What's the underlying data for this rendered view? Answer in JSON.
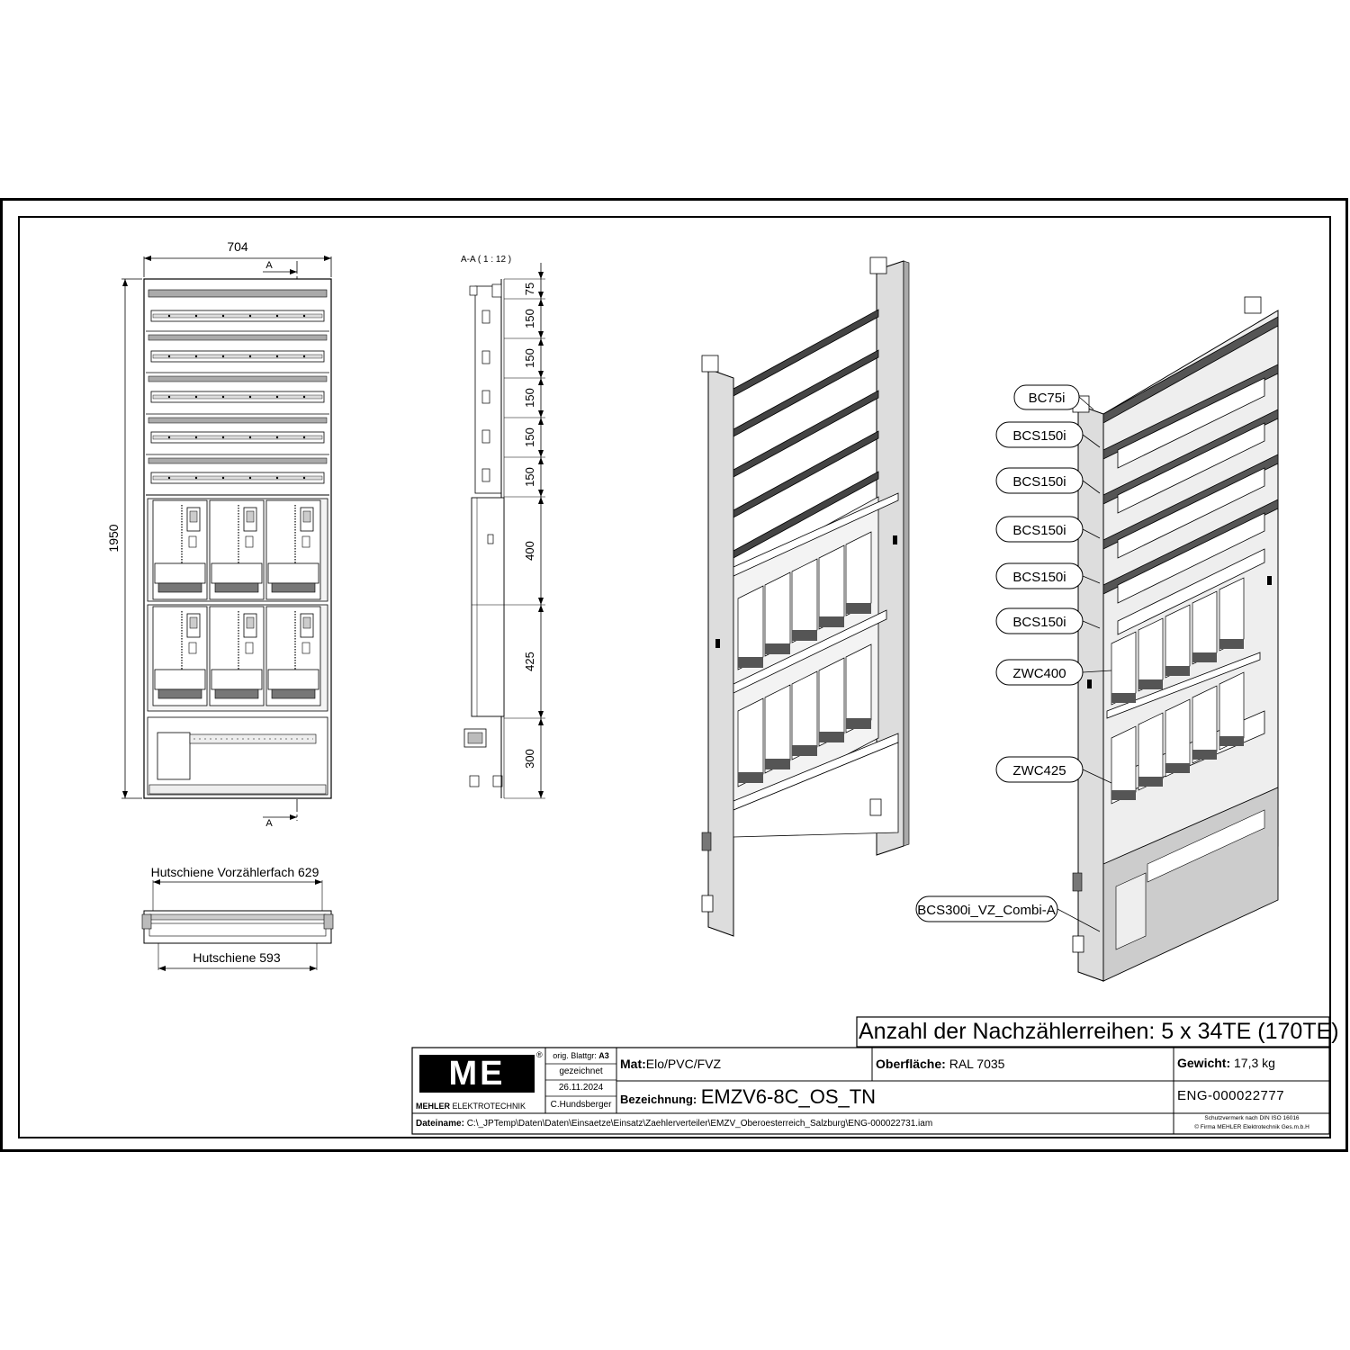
{
  "front_view": {
    "width_dim": "704",
    "height_dim": "1950",
    "section_mark": "A"
  },
  "section_view": {
    "title": "A-A ( 1 : 12 )",
    "dims": [
      "75",
      "150",
      "150",
      "150",
      "150",
      "150",
      "400",
      "425",
      "300"
    ]
  },
  "rail_view": {
    "label_top": "Hutschiene Vorzählerfach 629",
    "label_bottom": "Hutschiene 593"
  },
  "callouts": [
    "BC75i",
    "BCS150i",
    "BCS150i",
    "BCS150i",
    "BCS150i",
    "BCS150i",
    "ZWC400",
    "ZWC425",
    "BCS300i_VZ_Combi-A"
  ],
  "title_block": {
    "headline": "Anzahl der Nachzählerreihen: 5 x 34TE (170TE)",
    "logo_text": "ME",
    "logo_reg": "®",
    "company_bold": "MEHLER",
    "company_rest": "ELEKTROTECHNIK",
    "sheet_format_label": "orig. Blattgr:",
    "sheet_format_value": "A3",
    "drawn_label": "gezeichnet",
    "date": "26.11.2024",
    "author": "C.Hundsberger",
    "mat_label": "Mat:",
    "mat_value": "Elo/PVC/FVZ",
    "surface_label": "Oberfläche:",
    "surface_value": "RAL 7035",
    "weight_label": "Gewicht:",
    "weight_value": "17,3 kg",
    "designation_label": "Bezeichnung:",
    "designation_value": "EMZV6-8C_OS_TN",
    "eng_number": "ENG-000022777",
    "filename_label": "Dateiname:",
    "filename_value": "C:\\_JPTemp\\Daten\\Daten\\Einsaetze\\Einsatz\\Zaehlerverteiler\\EMZV_Oberoesterreich_Salzburg\\ENG-000022731.iam",
    "protection_line1": "Schutzvermerk nach DIN ISO 16016",
    "protection_line2": "© Firma MEHLER Elektrotechnik Ges.m.b.H"
  }
}
